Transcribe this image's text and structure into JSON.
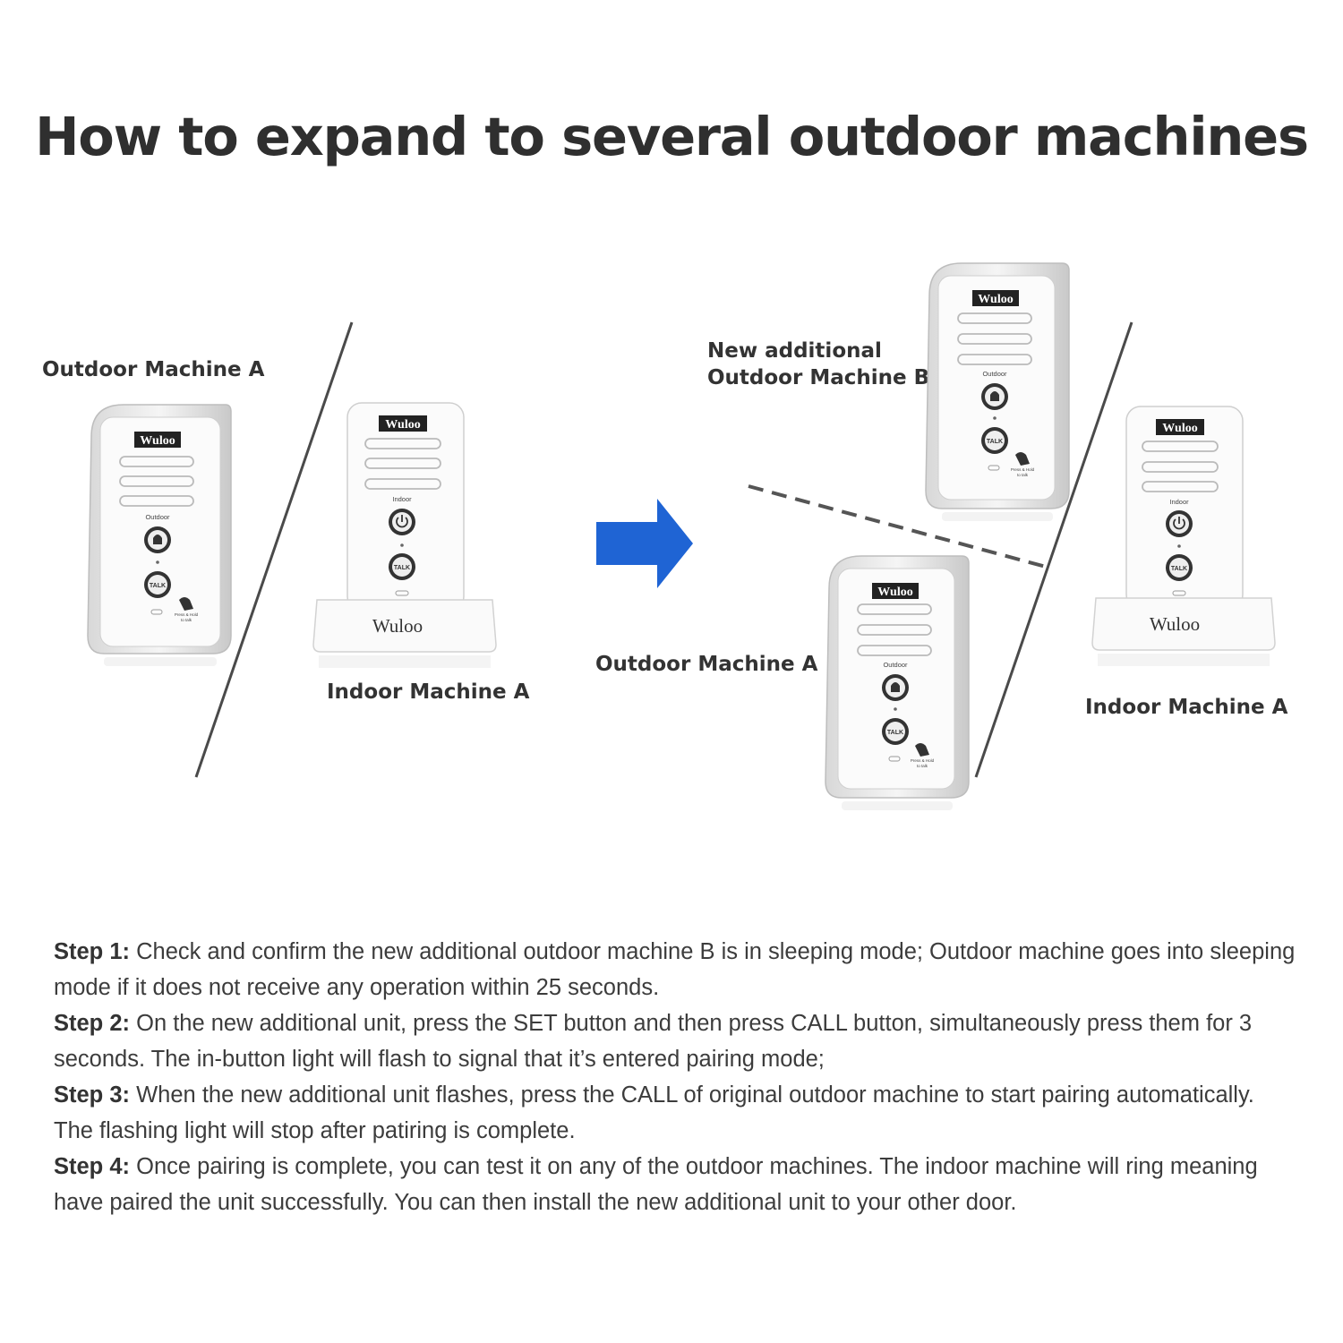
{
  "title": "How to expand to several outdoor machines",
  "brand": "Wuloo",
  "device_text": {
    "outdoor": "Outdoor",
    "indoor": "Indoor",
    "talk": "TALK",
    "press_hold_1": "Press & Hold",
    "press_hold_2": "to talk"
  },
  "labels": {
    "left_outdoor": "Outdoor Machine A",
    "left_indoor": "Indoor Machine A",
    "right_new_line1": "New additional",
    "right_new_line2": "Outdoor Machine B",
    "right_outdoor": "Outdoor Machine A",
    "right_indoor": "Indoor Machine A"
  },
  "colors": {
    "arrow": "#1f64d4",
    "divider": "#4a4a4a",
    "dashed": "#555555"
  },
  "steps": [
    {
      "label": "Step 1:",
      "text": " Check and confirm the new additional outdoor machine B is in sleeping mode; Outdoor machine goes into sleeping mode if it does not receive any operation within 25 seconds."
    },
    {
      "label": "Step 2:",
      "text": " On the new additional unit, press the SET button and then press CALL button, simultaneously press them for 3 seconds. The in-button light will flash to signal that it’s entered pairing mode;"
    },
    {
      "label": "Step 3:",
      "text": " When the new additional unit flashes, press the CALL of original outdoor machine to start pairing automatically. The flashing light will stop after patiring is complete."
    },
    {
      "label": "Step 4:",
      "text": " Once pairing is complete, you can test it on any of the outdoor machines. The indoor machine will ring meaning have paired the unit successfully. You can then install the new additional unit to your other door."
    }
  ]
}
